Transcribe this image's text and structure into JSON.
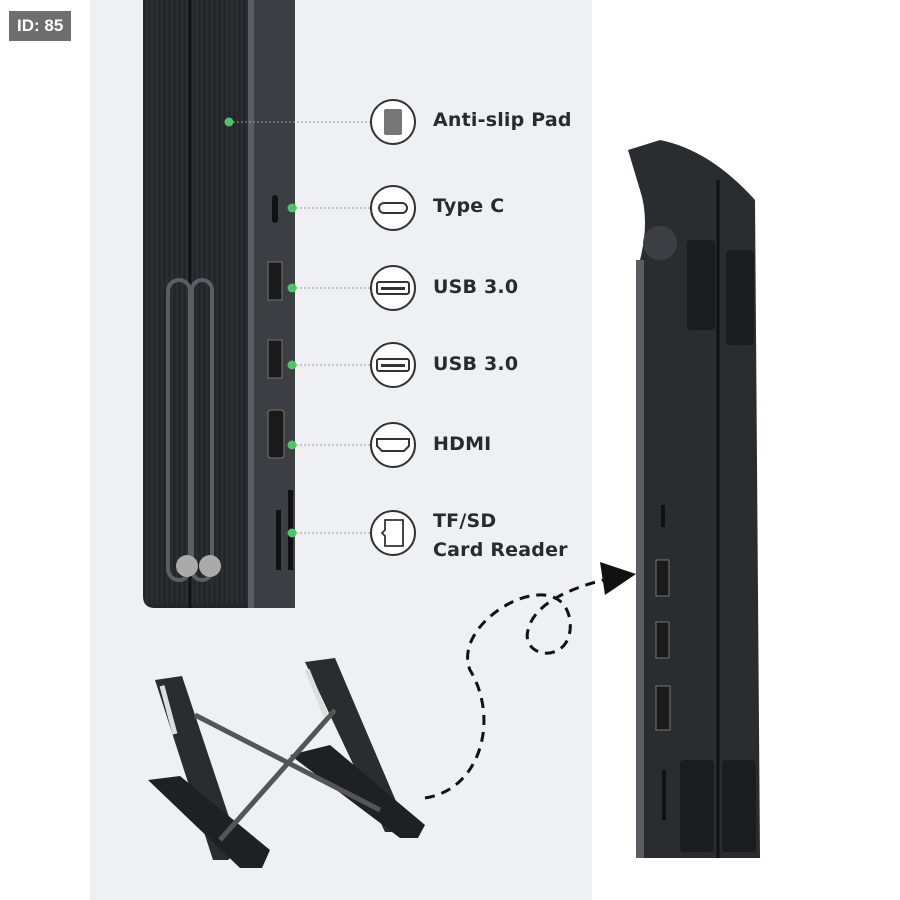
{
  "badge": {
    "text": "ID: 85"
  },
  "features": [
    {
      "icon": "anti-slip-pad-icon",
      "label": "Anti-slip Pad"
    },
    {
      "icon": "usb-type-c-icon",
      "label": "Type C"
    },
    {
      "icon": "usb-a-icon",
      "label": "USB 3.0"
    },
    {
      "icon": "usb-a-icon",
      "label": "USB 3.0"
    },
    {
      "icon": "hdmi-icon",
      "label": "HDMI"
    },
    {
      "icon": "sd-card-icon",
      "label": "TF/SD",
      "label2": "Card Reader"
    }
  ],
  "colors": {
    "accent_dot": "#4cc46a",
    "panel": "#eef0f3",
    "device": "#2b2c2f",
    "edge": "#4a4c52"
  }
}
